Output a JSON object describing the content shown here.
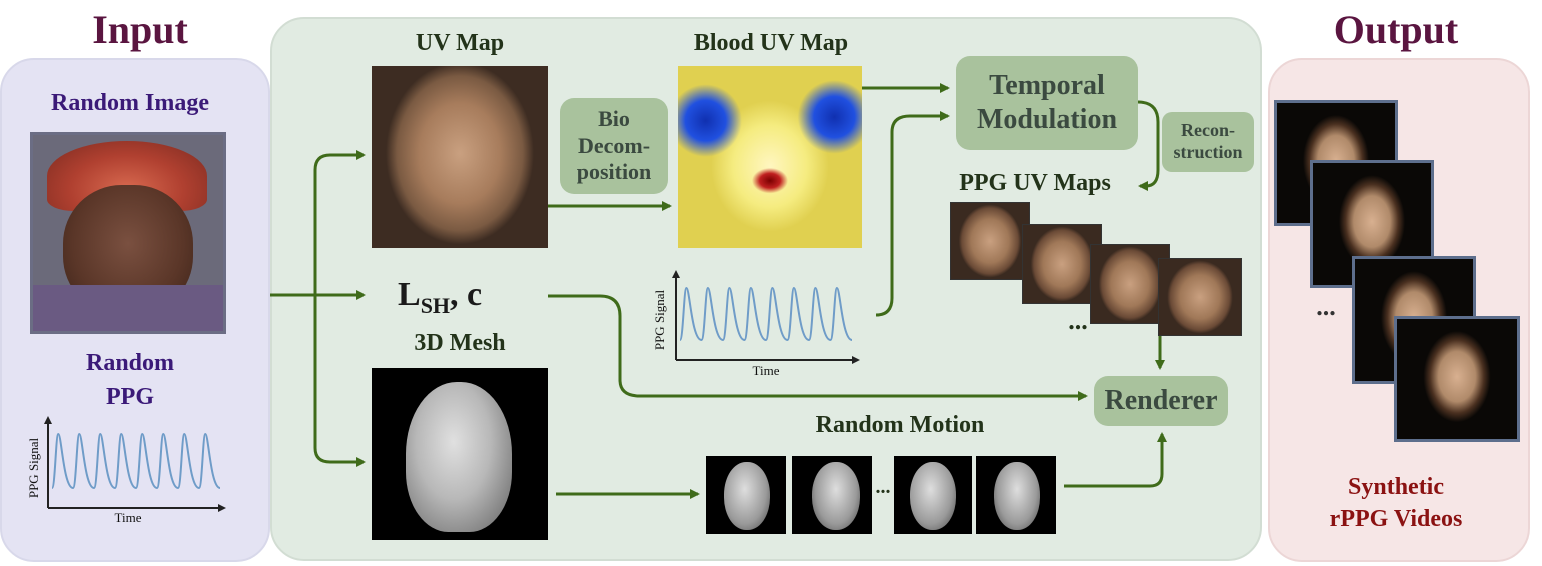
{
  "input": {
    "title": "Input",
    "random_image_label": "Random Image",
    "random_ppg_label_1": "Random",
    "random_ppg_label_2": "PPG",
    "ppg_plot": {
      "ylabel": "PPG Signal",
      "xlabel": "Time"
    }
  },
  "pipeline": {
    "uv_map_label": "UV Map",
    "blood_uv_map_label": "Blood UV Map",
    "bio_decomposition_lines": [
      "Bio",
      "Decom-",
      "position"
    ],
    "temporal_modulation_lines": [
      "Temporal",
      "Modulation"
    ],
    "reconstruction_lines": [
      "Recon-",
      "struction"
    ],
    "ppg_uv_maps_label": "PPG UV Maps",
    "lsh_main": "L",
    "lsh_sub": "SH",
    "lsh_suffix": ", c",
    "mesh_label": "3D Mesh",
    "random_motion_label": "Random Motion",
    "renderer_label": "Renderer",
    "ellipsis": "...",
    "ppg_plot": {
      "ylabel": "PPG Signal",
      "xlabel": "Time"
    }
  },
  "output": {
    "title": "Output",
    "label_line1": "Synthetic",
    "label_line2": "rPPG Videos",
    "ellipsis": "..."
  },
  "colors": {
    "input_panel": "#e4e3f3",
    "pipeline_panel": "#e1ebe2",
    "output_panel": "#f6e6e6",
    "arrow": "#3f6b1a",
    "process_box": "#a9c29d",
    "signal": "#6f9cc8"
  }
}
